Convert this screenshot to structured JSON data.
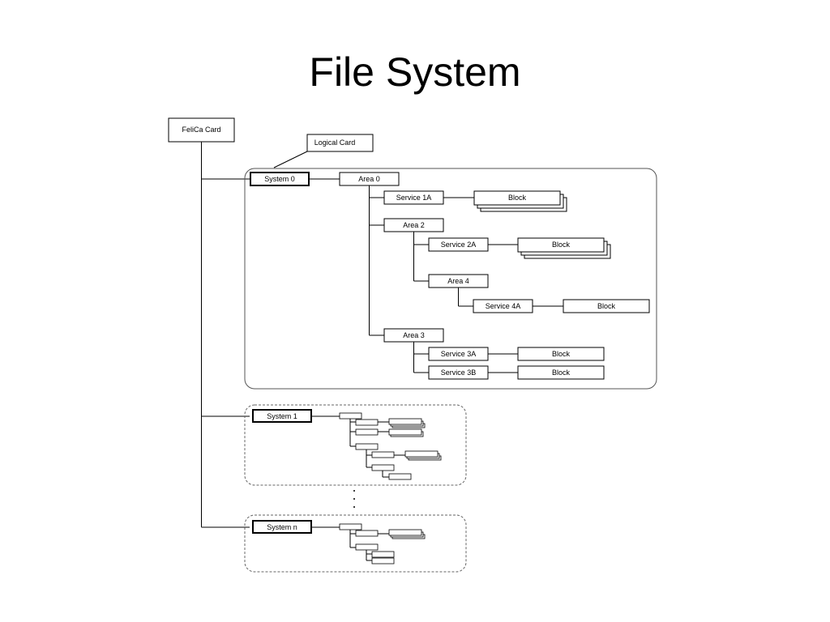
{
  "slide": {
    "title": "File System"
  },
  "diagram": {
    "root": "FeliCa Card",
    "logical_card": "Logical Card",
    "system0": {
      "label": "System 0",
      "area0": "Area 0",
      "service1a": "Service 1A",
      "area2": "Area 2",
      "service2a": "Service 2A",
      "area4": "Area 4",
      "service4a": "Service 4A",
      "area3": "Area 3",
      "service3a": "Service 3A",
      "service3b": "Service 3B",
      "block": "Block"
    },
    "system1": {
      "label": "System 1"
    },
    "systemn": {
      "label": "System n"
    }
  }
}
